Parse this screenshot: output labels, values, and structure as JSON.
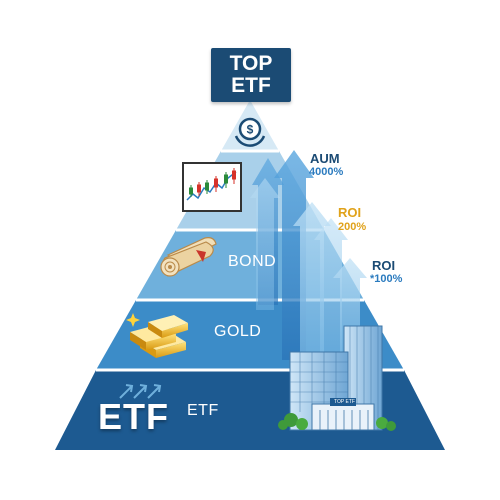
{
  "top_badge": {
    "line1": "TOP",
    "line2": "ETF"
  },
  "tiers": {
    "bond": "BOND",
    "gold": "GOLD",
    "etf": "ETF"
  },
  "base_emblem": "ETF",
  "metrics": [
    {
      "name": "AUM",
      "value": "4000%",
      "color": "#1b4b74",
      "value_color": "#2b7bbf"
    },
    {
      "name": "ROI",
      "value": "200%",
      "color": "#e0a21a",
      "value_color": "#e0a21a"
    },
    {
      "name": "ROI",
      "value": "*100%",
      "color": "#1b4b74",
      "value_color": "#2b7bbf"
    }
  ],
  "building_sign": "TOP ETF",
  "colors": {
    "tier_top": "#d6e9f5",
    "tier_2": "#a9d0ea",
    "tier_3": "#6fb0dc",
    "tier_4": "#3c8cc8",
    "tier_base": "#1d5a91",
    "badge": "#1b4b74"
  },
  "icons": [
    "dollar-coin-icon",
    "stock-chart-icon",
    "bond-scroll-icon",
    "gold-bars-icon",
    "upward-arrows-icon",
    "office-buildings-icon"
  ]
}
